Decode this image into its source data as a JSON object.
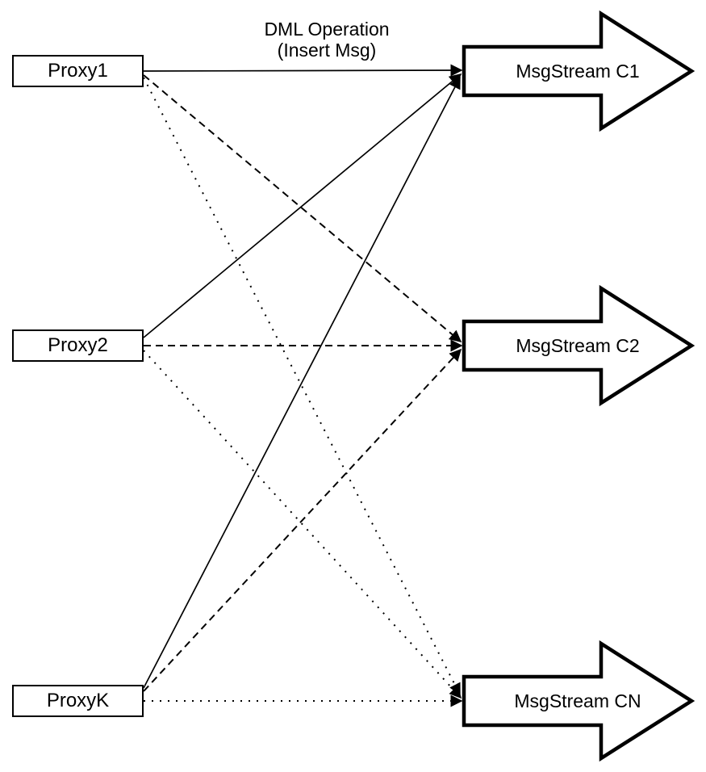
{
  "diagram": {
    "top_label": {
      "line1": "DML Operation",
      "line2": "(Insert Msg)"
    },
    "proxies": [
      {
        "id": "proxy1",
        "label": "Proxy1"
      },
      {
        "id": "proxy2",
        "label": "Proxy2"
      },
      {
        "id": "proxyk",
        "label": "ProxyK"
      }
    ],
    "streams": [
      {
        "id": "msgstream-c1",
        "label": "MsgStream C1"
      },
      {
        "id": "msgstream-c2",
        "label": "MsgStream C2"
      },
      {
        "id": "msgstream-cn",
        "label": "MsgStream CN"
      }
    ],
    "edges": [
      {
        "from": "Proxy1",
        "to": "MsgStream C1",
        "style": "solid"
      },
      {
        "from": "Proxy1",
        "to": "MsgStream C2",
        "style": "dashed"
      },
      {
        "from": "Proxy1",
        "to": "MsgStream CN",
        "style": "dotted"
      },
      {
        "from": "Proxy2",
        "to": "MsgStream C1",
        "style": "solid"
      },
      {
        "from": "Proxy2",
        "to": "MsgStream C2",
        "style": "dashed"
      },
      {
        "from": "Proxy2",
        "to": "MsgStream CN",
        "style": "dotted"
      },
      {
        "from": "ProxyK",
        "to": "MsgStream C1",
        "style": "solid"
      },
      {
        "from": "ProxyK",
        "to": "MsgStream C2",
        "style": "dashed"
      },
      {
        "from": "ProxyK",
        "to": "MsgStream CN",
        "style": "dotted"
      }
    ],
    "colors": {
      "stroke": "#000000",
      "background": "#ffffff"
    }
  }
}
